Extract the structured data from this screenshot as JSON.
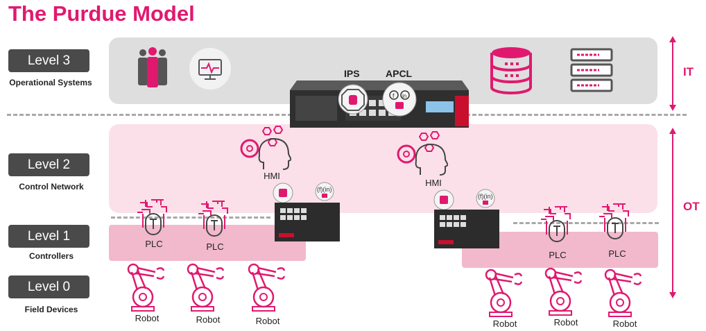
{
  "title": "The Purdue Model",
  "levels": [
    {
      "label": "Level 3",
      "subtitle": "Operational Systems"
    },
    {
      "label": "Level 2",
      "subtitle": "Control Network"
    },
    {
      "label": "Level 1",
      "subtitle": "Controllers"
    },
    {
      "label": "Level 0",
      "subtitle": "Field Devices"
    }
  ],
  "zones": {
    "it": "IT",
    "ot": "OT"
  },
  "gateway": {
    "ips_label": "IPS",
    "apcl_label": "APCL"
  },
  "hmi_label": "HMI",
  "plc_label": "PLC",
  "robot_label": "Robot",
  "colors": {
    "accent": "#e0196f",
    "it_band": "#dedede",
    "ot_band": "#fbe0ea",
    "controller_band": "#f1b9cb",
    "level_badge": "#4a4a4a"
  }
}
